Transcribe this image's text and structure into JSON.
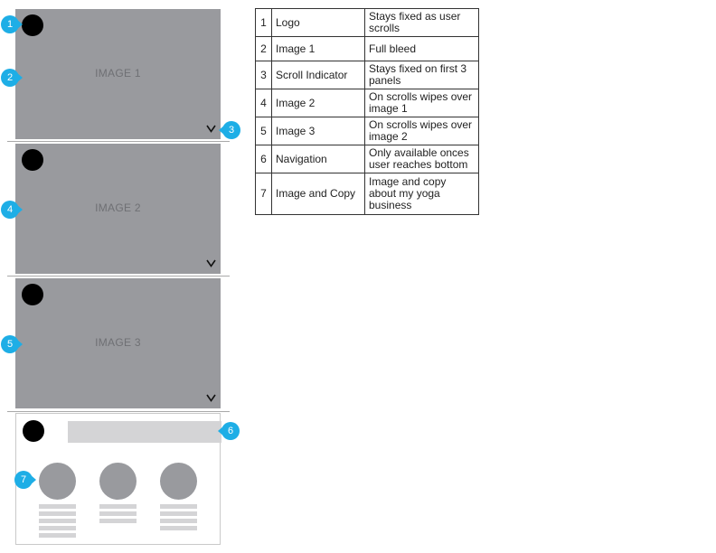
{
  "colors": {
    "panel": "#999a9e",
    "placeholder_light": "#d4d4d6",
    "callout": "#1eaee6",
    "logo": "#000000"
  },
  "wireframe": {
    "panels": [
      {
        "label": "IMAGE 1"
      },
      {
        "label": "IMAGE 2"
      },
      {
        "label": "IMAGE 3"
      }
    ]
  },
  "callouts": [
    "1",
    "2",
    "3",
    "4",
    "5",
    "6",
    "7"
  ],
  "legend": {
    "rows": [
      {
        "num": "1",
        "item": "Logo",
        "desc": "Stays fixed as user scrolls"
      },
      {
        "num": "2",
        "item": "Image 1",
        "desc": "Full bleed"
      },
      {
        "num": "3",
        "item": "Scroll Indicator",
        "desc": "Stays fixed on first 3 panels"
      },
      {
        "num": "4",
        "item": "Image 2",
        "desc": "On scrolls wipes over image 1"
      },
      {
        "num": "5",
        "item": "Image 3",
        "desc": "On scrolls wipes over image 2"
      },
      {
        "num": "6",
        "item": "Navigation",
        "desc": "Only available onces user reaches bottom"
      },
      {
        "num": "7",
        "item": "Image and Copy",
        "desc": "Image and copy about my yoga business"
      }
    ]
  }
}
